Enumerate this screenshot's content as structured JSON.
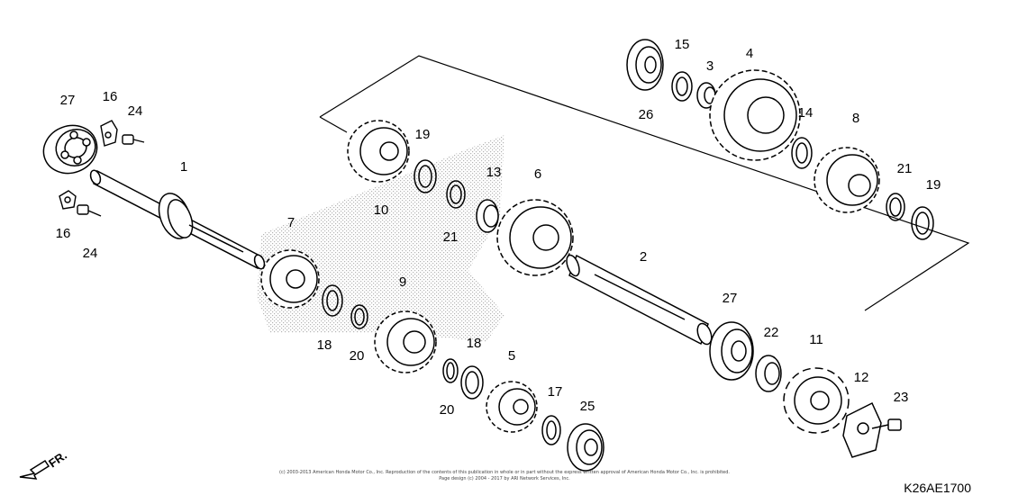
{
  "diagram_code": "K26AE1700",
  "direction_label": "FR.",
  "copyright_line1": "(c) 2003-2013 American Honda Motor Co., Inc. Reproduction of the contents of this publication in whole or in part without the express written approval of American Honda Motor Co., Inc. is prohibited.",
  "copyright_line2": "Page design (c) 2004 - 2017 by ARI Network Services, Inc.",
  "callouts": [
    "27",
    "16",
    "24",
    "1",
    "16",
    "24",
    "7",
    "18",
    "20",
    "9",
    "10",
    "19",
    "21",
    "13",
    "6",
    "20",
    "18",
    "5",
    "17",
    "25",
    "26",
    "15",
    "3",
    "4",
    "14",
    "8",
    "21",
    "19",
    "2",
    "27",
    "22",
    "11",
    "12",
    "23"
  ]
}
